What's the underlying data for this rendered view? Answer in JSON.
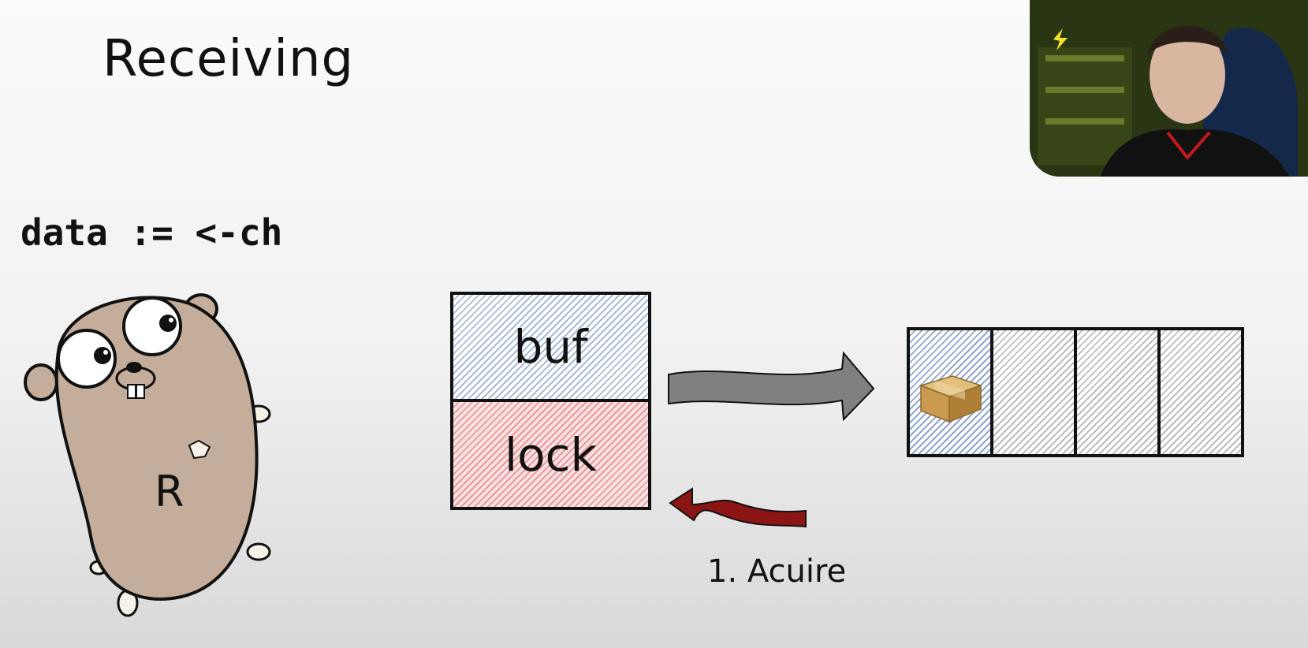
{
  "slide": {
    "title": "Receiving",
    "code": "data := <-ch"
  },
  "gopher": {
    "label": "R"
  },
  "channel": {
    "buf_label": "buf",
    "lock_label": "lock"
  },
  "buffer": {
    "slot_count": 4,
    "filled_slots": 1
  },
  "steps": [
    {
      "label": "1. Acuire"
    }
  ],
  "colors": {
    "buf_hatch": "#a9bbd8",
    "lock_hatch": "#e79a9e",
    "arrow_gray": "#808080",
    "arrow_red": "#8b1414",
    "gopher_body": "#c4ad9a"
  }
}
